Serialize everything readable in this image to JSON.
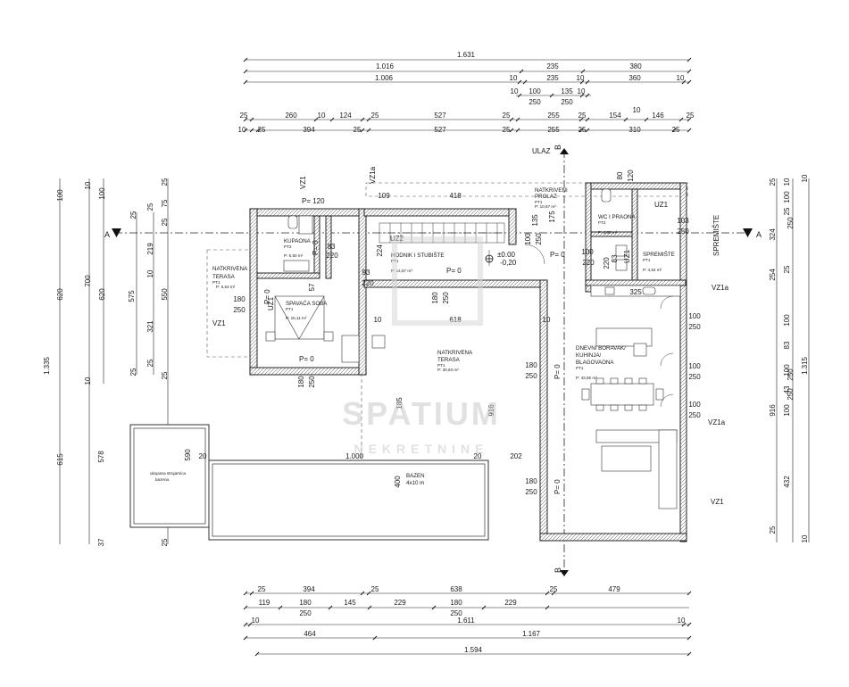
{
  "dims_top": {
    "r1": [
      "1.631"
    ],
    "r2": [
      "1.016",
      "235",
      "380"
    ],
    "r3": [
      "1.006",
      "10",
      "235",
      "10",
      "360",
      "10"
    ],
    "r4a": [
      "10",
      "100",
      "135",
      "10"
    ],
    "r4b": [
      "250",
      "250"
    ],
    "r5": [
      "25",
      "260",
      "10",
      "124",
      "25",
      "527",
      "25",
      "255",
      "25",
      "154",
      "10",
      "146",
      "25"
    ],
    "r6": [
      "10",
      "25",
      "394",
      "25",
      "527",
      "25",
      "255",
      "25",
      "310",
      "25"
    ]
  },
  "dims_bottom": {
    "b1": [
      "25",
      "394",
      "25",
      "638",
      "25",
      "479"
    ],
    "b2": [
      "119",
      "180",
      "145",
      "229",
      "180",
      "229"
    ],
    "b2b": [
      "250",
      "250"
    ],
    "b3": [
      "10",
      "1.611",
      "10"
    ],
    "b4": [
      "464",
      "1.167"
    ],
    "b5": [
      "1.594"
    ]
  },
  "dims_left": {
    "l1": [
      "100",
      "620",
      "1.335",
      "615"
    ],
    "l2": [
      "10",
      "700",
      "10",
      "578",
      "37"
    ],
    "l3": [
      "100",
      "620"
    ],
    "l4": [
      "25",
      "575",
      "25"
    ],
    "l5": [
      "25",
      "219",
      "10",
      "321",
      "25"
    ],
    "l6": [
      "25",
      "75",
      "25",
      "550",
      "25",
      "590",
      "25"
    ]
  },
  "dims_right": {
    "r1": [
      "25",
      "10",
      "100",
      "25",
      "254",
      "25",
      "100",
      "83",
      "100",
      "43",
      "100",
      "916",
      "432",
      "25"
    ],
    "r2": [
      "324",
      "1.315",
      "10"
    ],
    "r3": [
      "103",
      "250",
      "250",
      "250",
      "250",
      "10"
    ],
    "r4": [
      "10",
      "100",
      "250"
    ]
  },
  "rooms": {
    "ulaz": "ULAZ",
    "spremiste_side": "SPREMIŠTE",
    "kupaona": {
      "name": "KUPAONA",
      "code": "PT2",
      "area": "P: 5,50 m²"
    },
    "terasa1": {
      "name": "NATKRIVENA",
      "name2": "TERASA",
      "code": "PT1",
      "area": "P: 5,53 m²"
    },
    "spavaca": {
      "name": "SPAVAĆA SOBA",
      "code": "PT1",
      "area": "P: 15,11 m²"
    },
    "hodnik": {
      "name": "HODNIK I STUBIŠTE",
      "code": "PT1",
      "area": "P: 14,87 m²"
    },
    "prolaz": {
      "name": "NATKRIVENI",
      "name2": "PROLAZ",
      "code": "PT1",
      "area": "P: 10,67 m²"
    },
    "wc": {
      "name": "WC I PRAONA",
      "code": "PT2",
      "area": "P: 4,80 m²"
    },
    "spremiste": {
      "name": "SPREMIŠTE",
      "code": "PT1",
      "area": "P: 4,54 m²"
    },
    "terasa2": {
      "name": "NATKRIVENA",
      "name2": "TERASA",
      "code": "PT1",
      "area": "P: 30,63 m²"
    },
    "dnevni": {
      "name": "DNEVNI BORAVAK/",
      "name2": "KUHINJA/",
      "name3": "BLAGOVAONA",
      "code": "PT1",
      "area": "P: 43,55 m²"
    },
    "strojarnica": {
      "name": "ukopana strojarnica",
      "name2": "bazena"
    },
    "bazen": {
      "name": "BAZEN",
      "size": "4x10 m"
    }
  },
  "labels": {
    "vz1": "VZ1",
    "vz1a": "VZ1a",
    "uz1": "UZ1",
    "uz2": "UZ2",
    "uz3": "UZ1",
    "p0": "P= 0",
    "p120": "P= 120",
    "lvl": "±0.00",
    "lvl2": "-0,20",
    "sec_a": "A",
    "sec_b": "B"
  },
  "inner_dims": {
    "d180": "180",
    "d250": "250",
    "d83": "83",
    "d220": "220",
    "d93": "93",
    "d109": "109",
    "d418": "418",
    "d135": "135",
    "d175": "175",
    "d100": "100",
    "d618": "618",
    "d10": "10",
    "d916": "916",
    "d185": "185",
    "d202": "202",
    "d1000": "1.000",
    "d20": "20",
    "d400": "400",
    "d590": "590",
    "d80": "80",
    "d120": "120",
    "d103": "103",
    "d325": "325",
    "d224": "224",
    "d57": "57"
  },
  "watermark": {
    "line1": "SPATIUM",
    "line2": "NEKRETNINE"
  }
}
